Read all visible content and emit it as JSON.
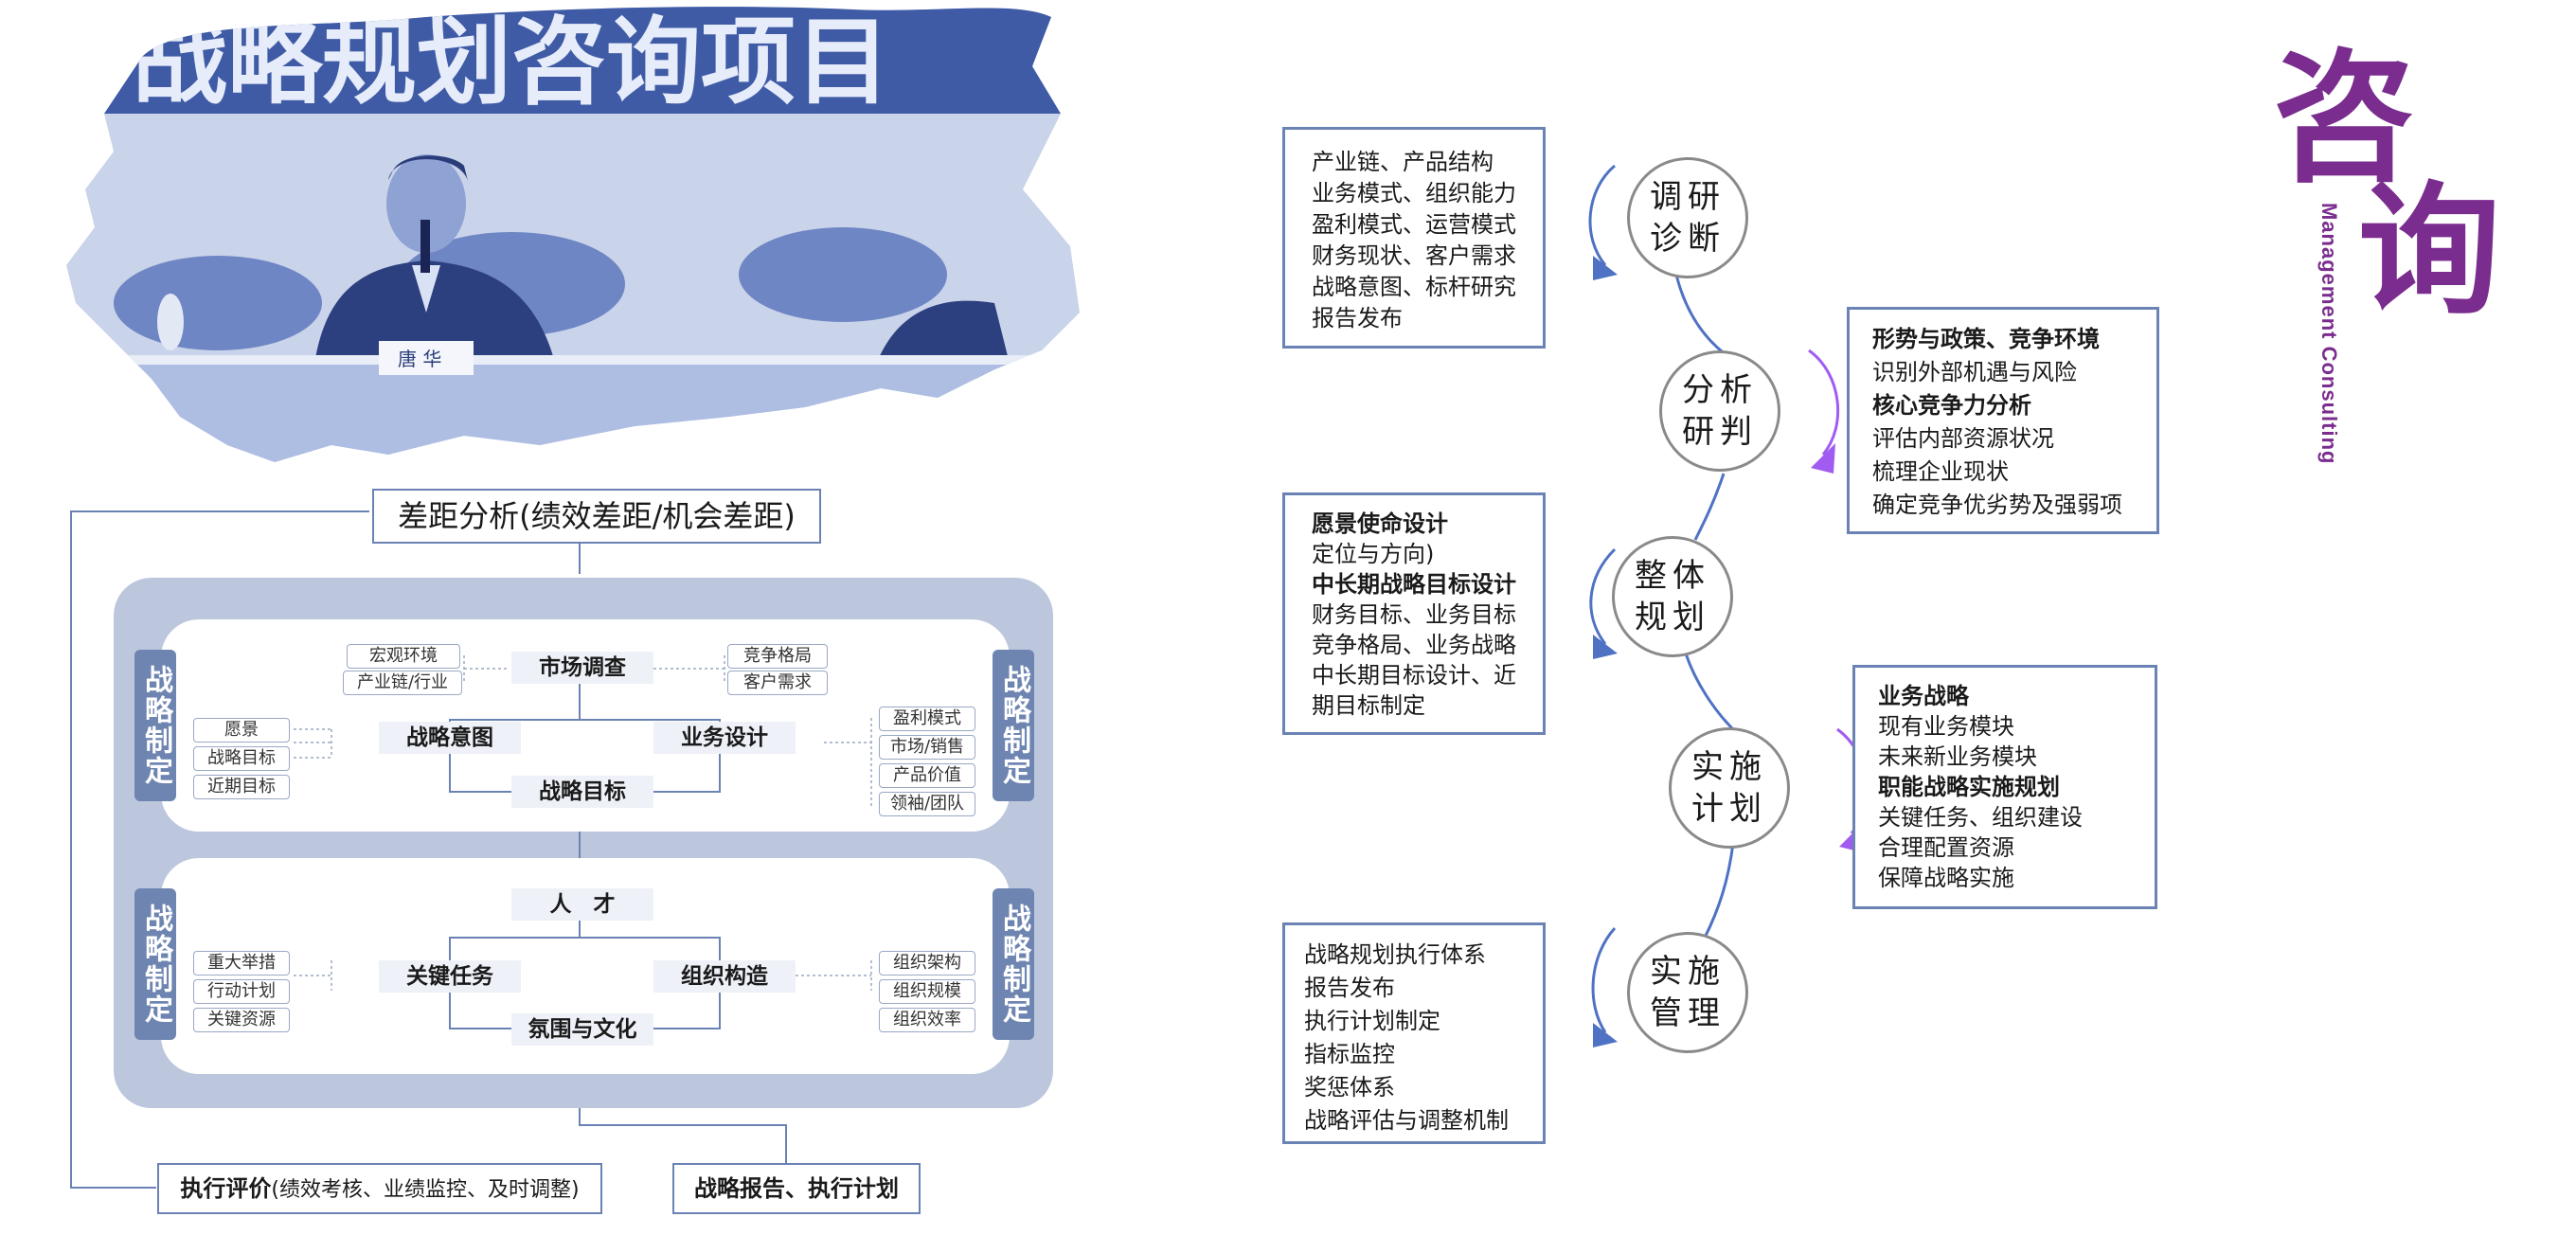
{
  "banner": {
    "text": "战略规划咨询项目",
    "nameplate": "唐 华"
  },
  "framework": {
    "title": "差距分析(绩效差距/机会差距)",
    "side_label": "战略制定",
    "top_section": {
      "center_top": "市场调查",
      "left_node": "战略意图",
      "right_node": "业务设计",
      "center_bottom": "战略目标",
      "top_left_items": [
        "宏观环境",
        "产业链/行业"
      ],
      "top_right_items": [
        "竞争格局",
        "客户需求"
      ],
      "left_items": [
        "愿景",
        "战略目标",
        "近期目标"
      ],
      "right_items": [
        "盈利模式",
        "市场/销售",
        "产品价值",
        "领袖/团队"
      ]
    },
    "bottom_section": {
      "center_top": "人　才",
      "left_node": "关键任务",
      "right_node": "组织构造",
      "center_bottom": "氛围与文化",
      "left_items": [
        "重大举措",
        "行动计划",
        "关键资源"
      ],
      "right_items": [
        "组织架构",
        "组织规模",
        "组织效率"
      ]
    },
    "bottom_left_bold": "执行评价",
    "bottom_left_rest": "(绩效考核、业绩监控、及时调整)",
    "bottom_right": "战略报告、执行计划"
  },
  "flow": {
    "steps": [
      {
        "line1": "调研",
        "line2": "诊断"
      },
      {
        "line1": "分析",
        "line2": "研判"
      },
      {
        "line1": "整体",
        "line2": "规划"
      },
      {
        "line1": "实施",
        "line2": "计划"
      },
      {
        "line1": "实施",
        "line2": "管理"
      }
    ],
    "box1": [
      "产业链、产品结构",
      "业务模式、组织能力",
      "盈利模式、运营模式",
      "财务现状、客户需求",
      "战略意图、标杆研究",
      "报告发布"
    ],
    "box2": [
      {
        "text": "形势与政策、竞争环境",
        "bold": true
      },
      {
        "text": "识别外部机遇与风险",
        "bold": false
      },
      {
        "text": "核心竞争力分析",
        "bold": true
      },
      {
        "text": "评估内部资源状况",
        "bold": false
      },
      {
        "text": "梳理企业现状",
        "bold": false
      },
      {
        "text": "确定竞争优劣势及强弱项",
        "bold": false
      }
    ],
    "box3": [
      {
        "text": "愿景使命设计",
        "bold": true
      },
      {
        "text": "定位与方向)",
        "bold": false
      },
      {
        "text": "中长期战略目标设计",
        "bold": true
      },
      {
        "text": "财务目标、业务目标",
        "bold": false
      },
      {
        "text": "竞争格局、业务战略",
        "bold": false
      },
      {
        "text": "中长期目标设计、近",
        "bold": false
      },
      {
        "text": "期目标制定",
        "bold": false
      }
    ],
    "box4": [
      {
        "text": "业务战略",
        "bold": true
      },
      {
        "text": "现有业务模块",
        "bold": false
      },
      {
        "text": "未来新业务模块",
        "bold": false
      },
      {
        "text": "职能战略实施规划",
        "bold": true
      },
      {
        "text": "关键任务、组织建设",
        "bold": false
      },
      {
        "text": "合理配置资源",
        "bold": false
      },
      {
        "text": "保障战略实施",
        "bold": false
      }
    ],
    "box5": [
      "战略规划执行体系",
      "报告发布",
      "执行计划制定",
      "指标监控",
      "奖惩体系",
      "战略评估与调整机制"
    ]
  },
  "logo": {
    "char1": "咨",
    "char2": "询",
    "subtitle": "Management Consulting"
  },
  "colors": {
    "frame_blue": "#6b82b5",
    "pill_blue": "#bcc7dd",
    "label_blue": "#6e84b1",
    "logo_purple": "#7a2d8e",
    "arc_purple": "#a05cf0"
  }
}
